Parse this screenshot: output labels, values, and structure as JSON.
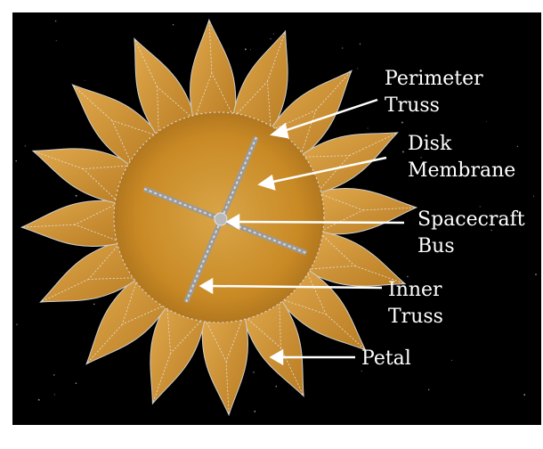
{
  "colors": {
    "background": "#000000",
    "page": "#ffffff",
    "membrane": "#c98a25",
    "petal": "#d59a3a",
    "truss": "#c9c9c9",
    "text": "#ffffff"
  },
  "labels": {
    "perimeter_truss": "Perimeter\nTruss",
    "disk_membrane": "Disk\nMembrane",
    "spacecraft_bus": "Spacecraft\nBus",
    "inner_truss": "Inner\nTruss",
    "petal": "Petal"
  }
}
